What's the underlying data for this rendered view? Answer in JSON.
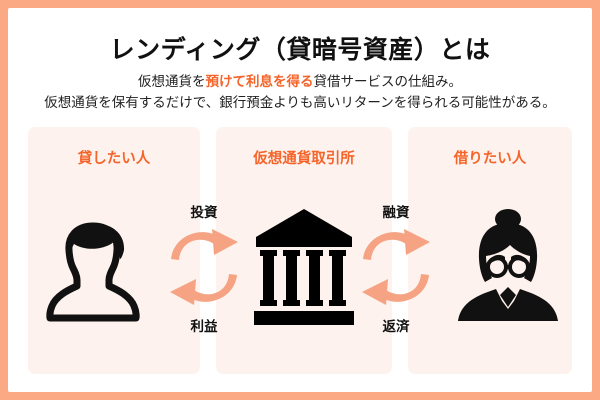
{
  "header": {
    "title": "レンディング（貸暗号資産）とは",
    "description_line1_pre": "仮想通貨を",
    "description_line1_highlight": "預けて利息を得る",
    "description_line1_post": "貸借サービスの仕組み。",
    "description_line2": "仮想通貨を保有するだけで、銀行預金よりも高いリターンを得られる可能性がある。"
  },
  "panels": [
    {
      "id": "lender",
      "title": "貸したい人",
      "icon": "person-male-outline-icon"
    },
    {
      "id": "exchange",
      "title": "仮想通貨取引所",
      "icon": "bank-building-icon"
    },
    {
      "id": "borrower",
      "title": "借りたい人",
      "icon": "person-female-business-icon"
    }
  ],
  "flows": {
    "left": {
      "top_label": "投資",
      "bottom_label": "利益",
      "icon": "circular-exchange-arrows-icon"
    },
    "right": {
      "top_label": "融資",
      "bottom_label": "返済",
      "icon": "circular-exchange-arrows-icon"
    }
  },
  "colors": {
    "border": "#FBA985",
    "accent": "#F5642A",
    "arrow": "#F5A383",
    "panel_background": "#FDF2ED",
    "background": "#FFFFFF",
    "text": "#111111"
  }
}
